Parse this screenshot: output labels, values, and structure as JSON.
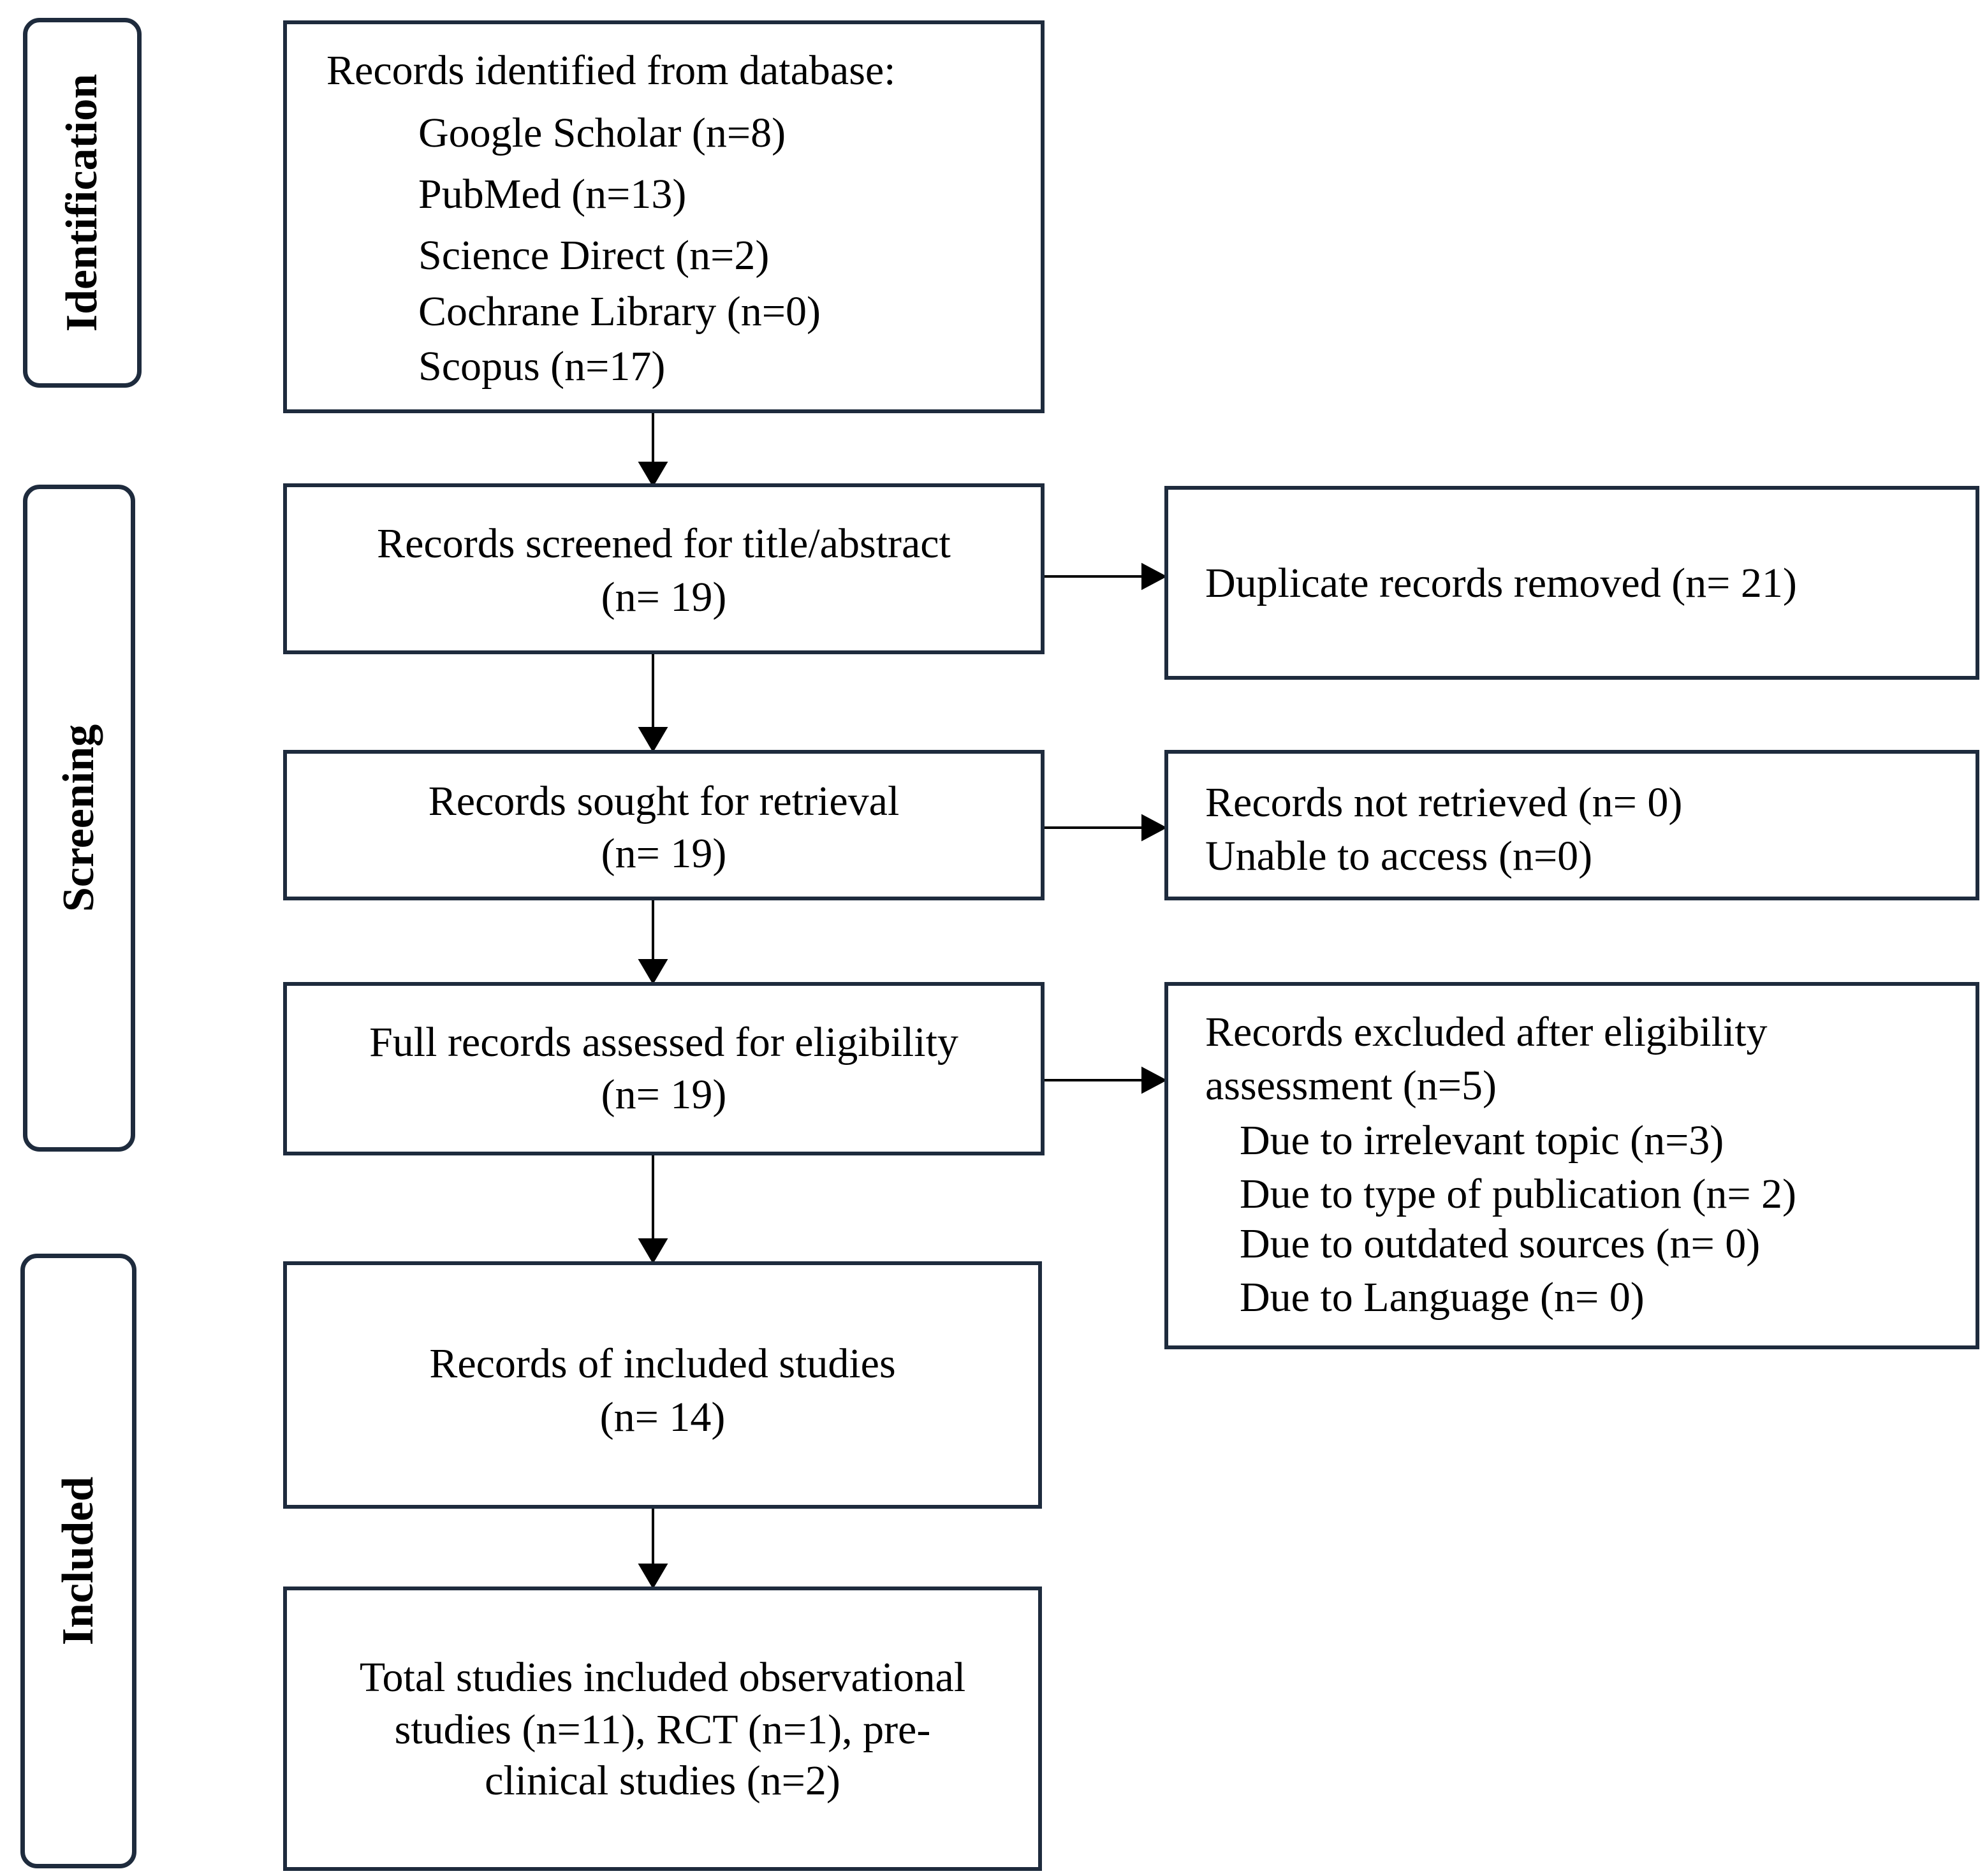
{
  "phases": {
    "identification": "Identification",
    "screening": "Screening",
    "included": "Included"
  },
  "identified": {
    "heading": "Records identified from database:",
    "sources": [
      "Google Scholar (n=8)",
      "PubMed (n=13)",
      "Science Direct (n=2)",
      "Cochrane Library (n=0)",
      "Scopus (n=17)"
    ]
  },
  "screened": {
    "line1": "Records screened for title/abstract",
    "line2": "(n= 19)"
  },
  "duplicates": {
    "line1": "Duplicate records removed (n= 21)"
  },
  "sought": {
    "line1": "Records sought for retrieval",
    "line2": "(n= 19)"
  },
  "not_retrieved": {
    "line1": "Records not retrieved (n= 0)",
    "line2": "Unable to access (n=0)"
  },
  "assessed": {
    "line1": "Full records assessed for eligibility",
    "line2": "(n= 19)"
  },
  "excluded": {
    "line1": "Records excluded after eligibility",
    "line2": "assessment (n=5)",
    "reasons": [
      "Due to irrelevant topic (n=3)",
      "Due to type of publication (n= 2)",
      "Due to outdated sources (n= 0)",
      "Due to Language (n= 0)"
    ]
  },
  "included_records": {
    "line1": "Records of included studies",
    "line2": "(n= 14)"
  },
  "total": {
    "line1": "Total studies included observational",
    "line2": "studies (n=11), RCT (n=1), pre-",
    "line3": "clinical studies (n=2)"
  },
  "colors": {
    "border": "#1e2b3d",
    "arrow": "#000000"
  }
}
